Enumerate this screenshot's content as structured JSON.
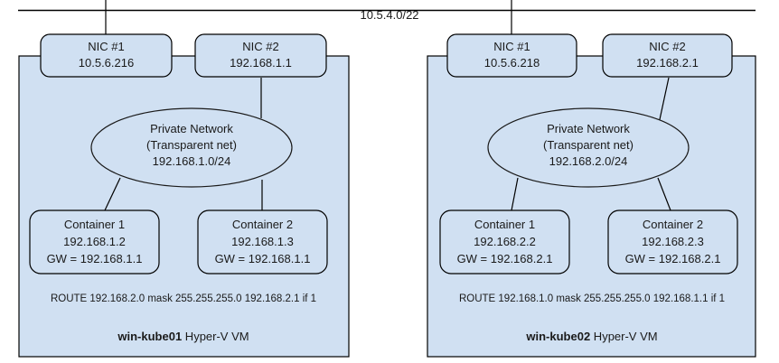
{
  "diagram": {
    "title": "Hyper-V VM container networking diagram",
    "colors": {
      "node_fill": "#d0e0f2",
      "stroke": "#000000",
      "background": "#ffffff",
      "text": "#1a1a1a"
    },
    "trunk": {
      "label": "10.5.4.0/22"
    },
    "vms": [
      {
        "id": "win-kube01",
        "name_bold": "win-kube01",
        "name_suffix": " Hyper-V VM",
        "nics": [
          {
            "title": "NIC #1",
            "address": "10.5.6.216"
          },
          {
            "title": "NIC #2",
            "address": "192.168.1.1"
          }
        ],
        "network": {
          "line1": "Private Network",
          "line2": "(Transparent net)",
          "line3": "192.168.1.0/24"
        },
        "containers": [
          {
            "title": "Container 1",
            "address": "192.168.1.2",
            "gateway": "GW = 192.168.1.1"
          },
          {
            "title": "Container 2",
            "address": "192.168.1.3",
            "gateway": "GW = 192.168.1.1"
          }
        ],
        "route": "ROUTE 192.168.2.0 mask 255.255.255.0 192.168.2.1 if 1"
      },
      {
        "id": "win-kube02",
        "name_bold": "win-kube02",
        "name_suffix": " Hyper-V VM",
        "nics": [
          {
            "title": "NIC #1",
            "address": "10.5.6.218"
          },
          {
            "title": "NIC #2",
            "address": "192.168.2.1"
          }
        ],
        "network": {
          "line1": "Private Network",
          "line2": "(Transparent net)",
          "line3": "192.168.2.0/24"
        },
        "containers": [
          {
            "title": "Container 1",
            "address": "192.168.2.2",
            "gateway": "GW = 192.168.2.1"
          },
          {
            "title": "Container 2",
            "address": "192.168.2.3",
            "gateway": "GW = 192.168.2.1"
          }
        ],
        "route": "ROUTE 192.168.1.0 mask 255.255.255.0 192.168.1.1 if 1"
      }
    ]
  }
}
